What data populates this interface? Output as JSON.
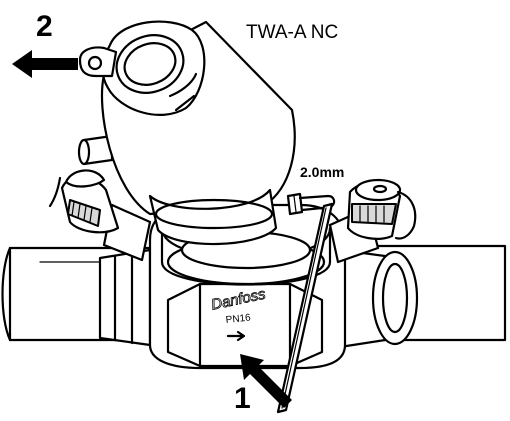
{
  "figure": {
    "model_label": "TWA-A NC",
    "step1_label": "1",
    "step2_label": "2",
    "tool_size_label": "2.0mm",
    "brand_mark": "Danfoss",
    "pressure_mark": "PN16"
  }
}
